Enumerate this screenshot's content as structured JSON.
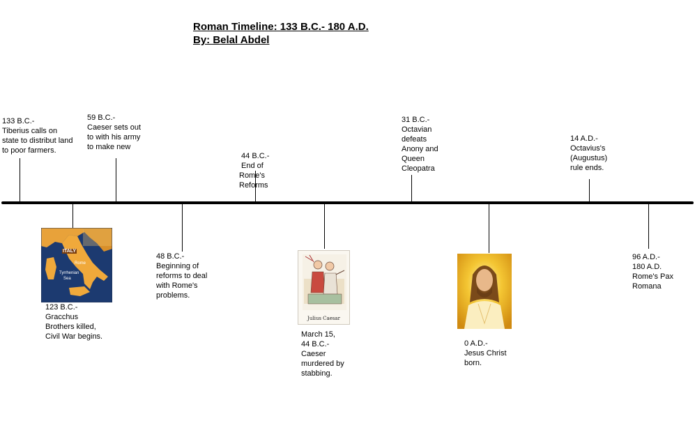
{
  "title": {
    "line1": "Roman Timeline: 133 B.C.- 180 A.D.",
    "line2": "By: Belal Abdel"
  },
  "events": [
    {
      "lines": [
        "133 B.C.-",
        "Tiberius calls on",
        "state to distribut land",
        "to poor farmers."
      ]
    },
    {
      "lines": [
        "59 B.C.-",
        "Caeser sets out",
        "to with his army",
        "to make new"
      ]
    },
    {
      "lines": [
        " 44 B.C.-",
        " End of",
        "Rome's",
        "Reforms"
      ]
    },
    {
      "lines": [
        "31 B.C.-",
        "Octavian",
        "defeats",
        "Anony and",
        "Queen",
        "Cleopatra"
      ]
    },
    {
      "lines": [
        "14 A.D.-",
        "Octavius's",
        "(Augustus)",
        "rule ends."
      ]
    },
    {
      "lines": [
        "123 B.C.-",
        "Gracchus",
        "Brothers killed,",
        "Civil War begins."
      ]
    },
    {
      "lines": [
        "48 B.C.-",
        "Beginning of",
        "reforms to deal",
        "with Rome's",
        "problems."
      ]
    },
    {
      "lines": [
        "March 15,",
        "44 B.C.-",
        "Caeser",
        "murdered by",
        "stabbing."
      ]
    },
    {
      "lines": [
        "0 A.D.-",
        "Jesus Christ",
        "born."
      ]
    },
    {
      "lines": [
        "96 A.D.-",
        "180 A.D.",
        "Rome's Pax",
        "Romana"
      ]
    }
  ],
  "images": {
    "map": {
      "labels": [
        "ITALY",
        "Rome",
        "Tyrrhenian",
        "Sea"
      ]
    },
    "caesar": {
      "caption": "Julius Caesar"
    }
  }
}
